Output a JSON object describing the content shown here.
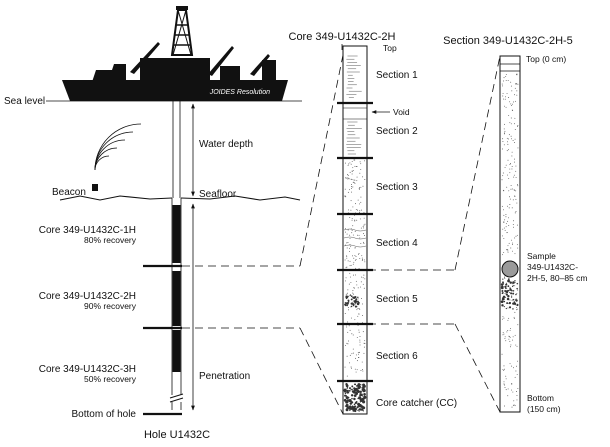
{
  "ship": {
    "name": "JOIDES Resolution"
  },
  "labels": {
    "sea_level": "Sea level",
    "water_depth": "Water depth",
    "beacon": "Beacon",
    "seafloor": "Seafloor",
    "penetration": "Penetration",
    "bottom_of_hole": "Bottom of hole",
    "hole": "Hole U1432C"
  },
  "cores": [
    {
      "name": "Core 349-U1432C-1H",
      "recovery": "80% recovery"
    },
    {
      "name": "Core 349-U1432C-2H",
      "recovery": "90% recovery"
    },
    {
      "name": "Core 349-U1432C-3H",
      "recovery": "50% recovery"
    }
  ],
  "core_detail": {
    "title": "Core 349-U1432C-2H",
    "top_label": "Top",
    "void_label": "Void",
    "sections": [
      "Section 1",
      "Section 2",
      "Section 3",
      "Section 4",
      "Section 5",
      "Section 6",
      "Core catcher (CC)"
    ]
  },
  "section_detail": {
    "title": "Section 349-U1432C-2H-5",
    "top_label": "Top (0 cm)",
    "sample_line1": "Sample",
    "sample_line2": "349-U1432C-",
    "sample_line3": "2H-5, 80–85 cm",
    "bottom_line1": "Bottom",
    "bottom_line2": "(150 cm)"
  },
  "colors": {
    "ink": "#111111",
    "sample": "#9a9a9a"
  }
}
